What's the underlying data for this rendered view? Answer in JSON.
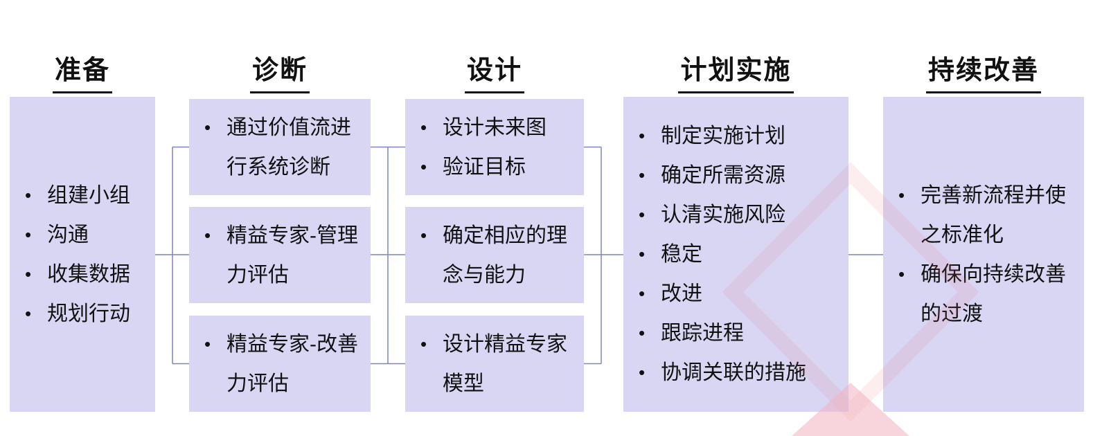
{
  "bullet": "•",
  "colors": {
    "box_fill": "#d9d6f4",
    "connector": "#7e83c1",
    "title_text": "#111111",
    "body_text": "#111111",
    "title_underline": "#111111",
    "watermark_pink": "#e66a7a",
    "background": "#ffffff"
  },
  "columns": [
    {
      "title": "准备",
      "boxes": [
        {
          "items": [
            {
              "text": "组建小组"
            },
            {
              "text": "沟通"
            },
            {
              "text": "收集数据"
            },
            {
              "text": "规划行动"
            }
          ]
        }
      ]
    },
    {
      "title": "诊断",
      "boxes": [
        {
          "items": [
            {
              "text": "通过价值流进行系统诊断"
            }
          ]
        },
        {
          "items": [
            {
              "text": "精益专家-管理力评估"
            }
          ]
        },
        {
          "items": [
            {
              "text": "精益专家-改善力评估"
            }
          ]
        }
      ]
    },
    {
      "title": "设计",
      "boxes": [
        {
          "items": [
            {
              "text": "设计未来图"
            },
            {
              "text": "验证目标"
            }
          ]
        },
        {
          "items": [
            {
              "text": "确定相应的理念与能力"
            }
          ]
        },
        {
          "items": [
            {
              "text": "设计精益专家模型"
            }
          ]
        }
      ]
    },
    {
      "title": "计划实施",
      "boxes": [
        {
          "items": [
            {
              "text": "制定实施计划"
            },
            {
              "text": "确定所需资源"
            },
            {
              "text": "认清实施风险"
            },
            {
              "text": "稳定"
            },
            {
              "text": "改进"
            },
            {
              "text": "跟踪进程"
            },
            {
              "text": "协调关联的措施"
            }
          ]
        }
      ]
    },
    {
      "title": "持续改善",
      "boxes": [
        {
          "items": [
            {
              "text": "完善新流程并使之标准化"
            },
            {
              "text": "确保向持续改善的过渡"
            }
          ]
        }
      ]
    }
  ]
}
